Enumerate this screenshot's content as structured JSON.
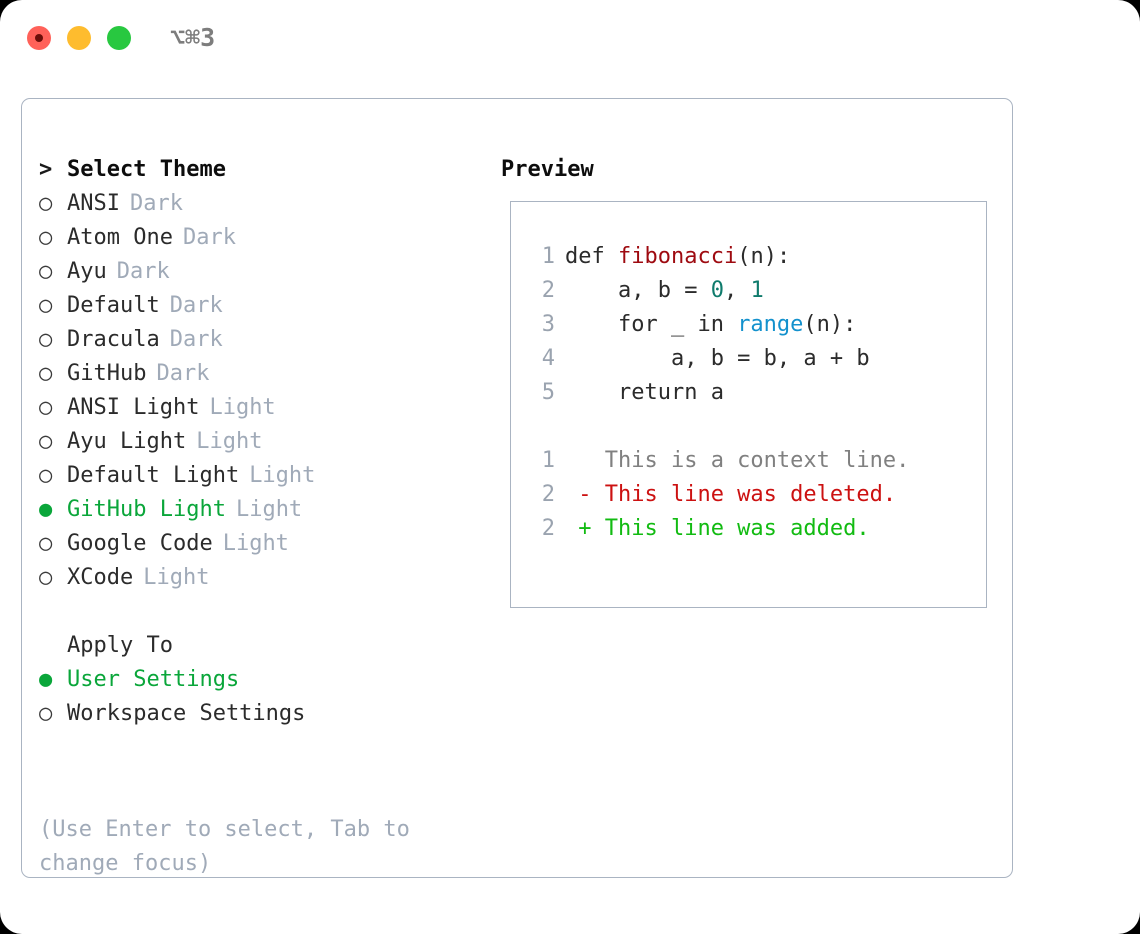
{
  "window": {
    "title": "⌥⌘3",
    "traffic_lights": [
      {
        "name": "close",
        "color": "#ff6159"
      },
      {
        "name": "minimize",
        "color": "#febc2e"
      },
      {
        "name": "maximize",
        "color": "#28c840"
      }
    ]
  },
  "colors": {
    "accent_green": "#0aa63a",
    "muted": "#a0aab8",
    "border": "#aab4c2",
    "text": "#2b2b2b",
    "diff_add": "#12bb12",
    "diff_del": "#cc1111",
    "diff_ctx": "#808080",
    "tok_fn": "#9e0a10",
    "tok_num": "#0f7b6c",
    "tok_call": "#1391cd"
  },
  "theme_section": {
    "caret": ">",
    "heading": "Select Theme",
    "radio_off": "○",
    "radio_on": "●",
    "items": [
      {
        "label": "ANSI",
        "tag": "Dark",
        "selected": false
      },
      {
        "label": "Atom One",
        "tag": "Dark",
        "selected": false
      },
      {
        "label": "Ayu",
        "tag": "Dark",
        "selected": false
      },
      {
        "label": "Default",
        "tag": "Dark",
        "selected": false
      },
      {
        "label": "Dracula",
        "tag": "Dark",
        "selected": false
      },
      {
        "label": "GitHub",
        "tag": "Dark",
        "selected": false
      },
      {
        "label": "ANSI Light",
        "tag": "Light",
        "selected": false
      },
      {
        "label": "Ayu Light",
        "tag": "Light",
        "selected": false
      },
      {
        "label": "Default Light",
        "tag": "Light",
        "selected": false
      },
      {
        "label": "GitHub Light",
        "tag": "Light",
        "selected": true
      },
      {
        "label": "Google Code",
        "tag": "Light",
        "selected": false
      },
      {
        "label": "XCode",
        "tag": "Light",
        "selected": false
      }
    ]
  },
  "apply_section": {
    "heading": "Apply To",
    "items": [
      {
        "label": "User Settings",
        "selected": true
      },
      {
        "label": "Workspace Settings",
        "selected": false
      }
    ]
  },
  "hint": "(Use Enter to select, Tab to change focus)",
  "preview": {
    "title": "Preview",
    "code_lines": [
      {
        "no": "1",
        "parts": [
          {
            "t": "def ",
            "c": "code-text"
          },
          {
            "t": "fibonacci",
            "c": "tok-fn"
          },
          {
            "t": "(n):",
            "c": "code-text"
          }
        ]
      },
      {
        "no": "2",
        "parts": [
          {
            "t": "    a, b = ",
            "c": "code-text"
          },
          {
            "t": "0",
            "c": "tok-num"
          },
          {
            "t": ", ",
            "c": "code-text"
          },
          {
            "t": "1",
            "c": "tok-num"
          }
        ]
      },
      {
        "no": "3",
        "parts": [
          {
            "t": "    for _ in ",
            "c": "code-text"
          },
          {
            "t": "range",
            "c": "tok-call"
          },
          {
            "t": "(n):",
            "c": "code-text"
          }
        ]
      },
      {
        "no": "4",
        "parts": [
          {
            "t": "        a, b = b, a + b",
            "c": "code-text"
          }
        ]
      },
      {
        "no": "5",
        "parts": [
          {
            "t": "    return a",
            "c": "code-text"
          }
        ]
      }
    ],
    "diff_lines": [
      {
        "no": "1",
        "parts": [
          {
            "t": "   This is a context line.",
            "c": "diff-ctx"
          }
        ]
      },
      {
        "no": "2",
        "parts": [
          {
            "t": " - This line was deleted.",
            "c": "diff-del"
          }
        ]
      },
      {
        "no": "2",
        "parts": [
          {
            "t": " + This line was added.",
            "c": "diff-add"
          }
        ]
      }
    ]
  }
}
